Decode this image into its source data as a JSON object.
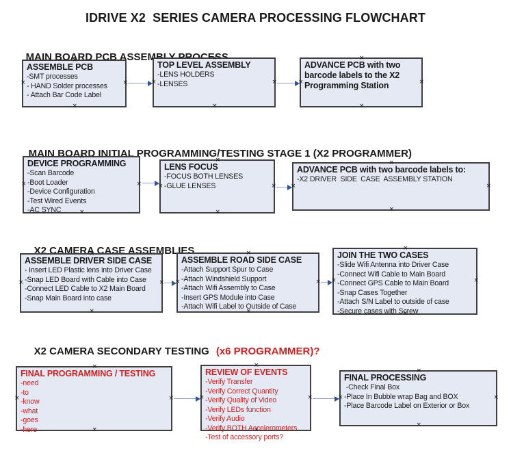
{
  "title": "IDRIVE X2  SERIES CAMERA PROCESSING FLOWCHART",
  "colors": {
    "box_fill": "#e4e9f4",
    "box_border": "#3f3f3f",
    "arrow_line": "#8ea6c4",
    "arrow_head": "#2f5496",
    "red_text": "#cc2222",
    "black_text": "#1a1a1a"
  },
  "sections": [
    {
      "heading": "MAIN BOARD PCB ASSEMBLY PROCESS",
      "boxes": [
        {
          "title": "ASSEMBLE PCB",
          "items": [
            "-SMT processes",
            "- HAND Solder processes",
            "- Attach Bar Code Label"
          ]
        },
        {
          "title": "TOP LEVEL ASSEMBLY",
          "items": [
            "-LENS HOLDERS",
            "-LENSES"
          ]
        },
        {
          "title": "ADVANCE PCB with two barcode labels to the X2 Programming Station",
          "items": []
        }
      ]
    },
    {
      "heading": "MAIN BOARD INITIAL PROGRAMMING/TESTING STAGE 1 (X2 PROGRAMMER)",
      "boxes": [
        {
          "title": "DEVICE PROGRAMMING",
          "items": [
            "-Scan Barcode",
            "-Boot Loader",
            "-Device Configuration",
            "-Test Wired Events",
            "-AC SYNC"
          ]
        },
        {
          "title": "LENS FOCUS",
          "items": [
            "-FOCUS BOTH LENSES",
            "-GLUE LENSES"
          ]
        },
        {
          "title": "ADVANCE PCB with two barcode labels to:",
          "items": [
            "-X2 DRIVER  SIDE  CASE  ASSEMBLY STATION"
          ]
        }
      ]
    },
    {
      "heading": "X2 CAMERA CASE ASSEMBLIES",
      "boxes": [
        {
          "title": "ASSEMBLE DRIVER SIDE CASE",
          "items": [
            "- Insert LED Plastic lens into Driver Case",
            "-Snap LED Board with Cable into Case",
            "-Connect LED Cable to X2 Main Board",
            "-Snap Main Board into case"
          ]
        },
        {
          "title": "ASSEMBLE ROAD SIDE CASE",
          "items": [
            "-Attach Support Spur to Case",
            "-Attach Windshield Support",
            "-Attach Wifi Assembly to Case",
            "-Insert GPS Module into Case",
            "-Attach Wifi Label to Outside of Case"
          ]
        },
        {
          "title": "JOIN THE TWO CASES",
          "items": [
            "-Slide Wifi Antenna into Driver Case",
            "-Connect Wifi Cable to Main Board",
            "-Connect GPS Cable to Main Board",
            "-Snap Cases Together",
            "-Attach S/N Label to outside of case",
            "-Secure cases with Screw"
          ]
        }
      ]
    },
    {
      "heading": "X2 CAMERA SECONDARY TESTING",
      "heading_red": "(x6 PROGRAMMER)?",
      "boxes": [
        {
          "title": "FINAL PROGRAMMING / TESTING",
          "items": [
            "-need",
            "-to",
            "-know",
            "-what",
            "-goes",
            "-here"
          ]
        },
        {
          "title": "REVIEW OF EVENTS",
          "items": [
            "-Verify Transfer",
            "-Verify Correct Quantity",
            "-Verify Quality of Video",
            "-Verify LEDs function",
            "-Verify Audio",
            "-Verify BOTH Accelerometers",
            "-Test of accessory ports?"
          ]
        },
        {
          "title": "FINAL PROCESSING",
          "items": [
            " -Check Final Box",
            "-Place In Bubble wrap Bag and BOX",
            "-Place Barcode Label on Exterior or Box"
          ]
        }
      ]
    }
  ]
}
